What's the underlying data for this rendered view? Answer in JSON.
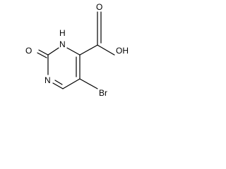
{
  "structure": {
    "atoms": {
      "ring_carbonyl_oxygen": "O",
      "ring_nh_nitrogen": "N",
      "ring_nh_hydrogen": "H",
      "ring_nitrogen": "N",
      "acid_carbonyl_oxygen": "O",
      "acid_hydroxyl": "OH",
      "bromine": "Br"
    }
  }
}
